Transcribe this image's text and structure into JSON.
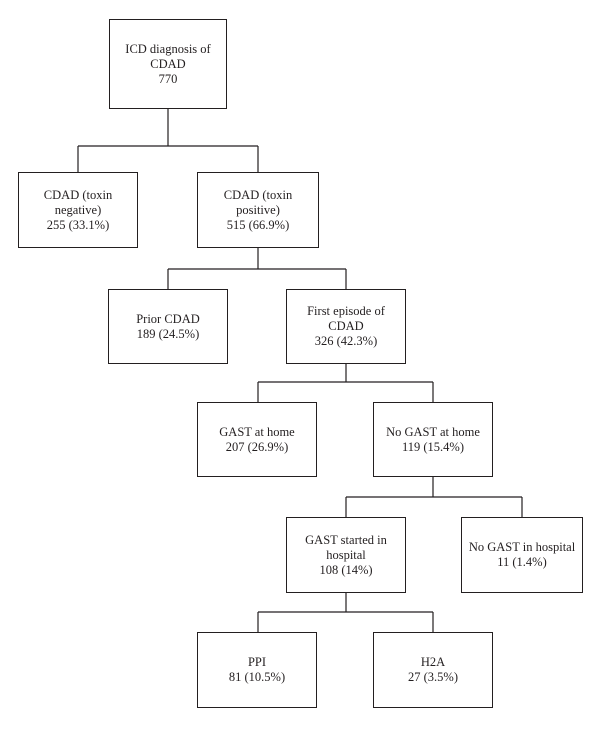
{
  "nodes": {
    "icd": {
      "label": "ICD diagnosis of\nCDAD",
      "count": "770"
    },
    "toxin_negative": {
      "label": "CDAD (toxin\nnegative)",
      "count": "255 (33.1%)"
    },
    "toxin_positive": {
      "label": "CDAD (toxin positive)",
      "count": "515 (66.9%)"
    },
    "prior_cdad": {
      "label": "Prior CDAD",
      "count": "189 (24.5%)"
    },
    "first_episode": {
      "label": "First episode of\nCDAD",
      "count": "326 (42.3%)"
    },
    "gast_home": {
      "label": "GAST at home",
      "count": "207 (26.9%)"
    },
    "no_gast_home": {
      "label": "No GAST at home",
      "count": "119 (15.4%)"
    },
    "gast_hospital": {
      "label": "GAST started in\nhospital",
      "count": "108 (14%)"
    },
    "no_gast_hospital": {
      "label": "No GAST in hospital",
      "count": "11 (1.4%)"
    },
    "ppi": {
      "label": "PPI",
      "count": "81 (10.5%)"
    },
    "h2a": {
      "label": "H2A",
      "count": "27 (3.5%)"
    }
  },
  "colors": {
    "line": "#231f20",
    "background": "#ffffff"
  }
}
